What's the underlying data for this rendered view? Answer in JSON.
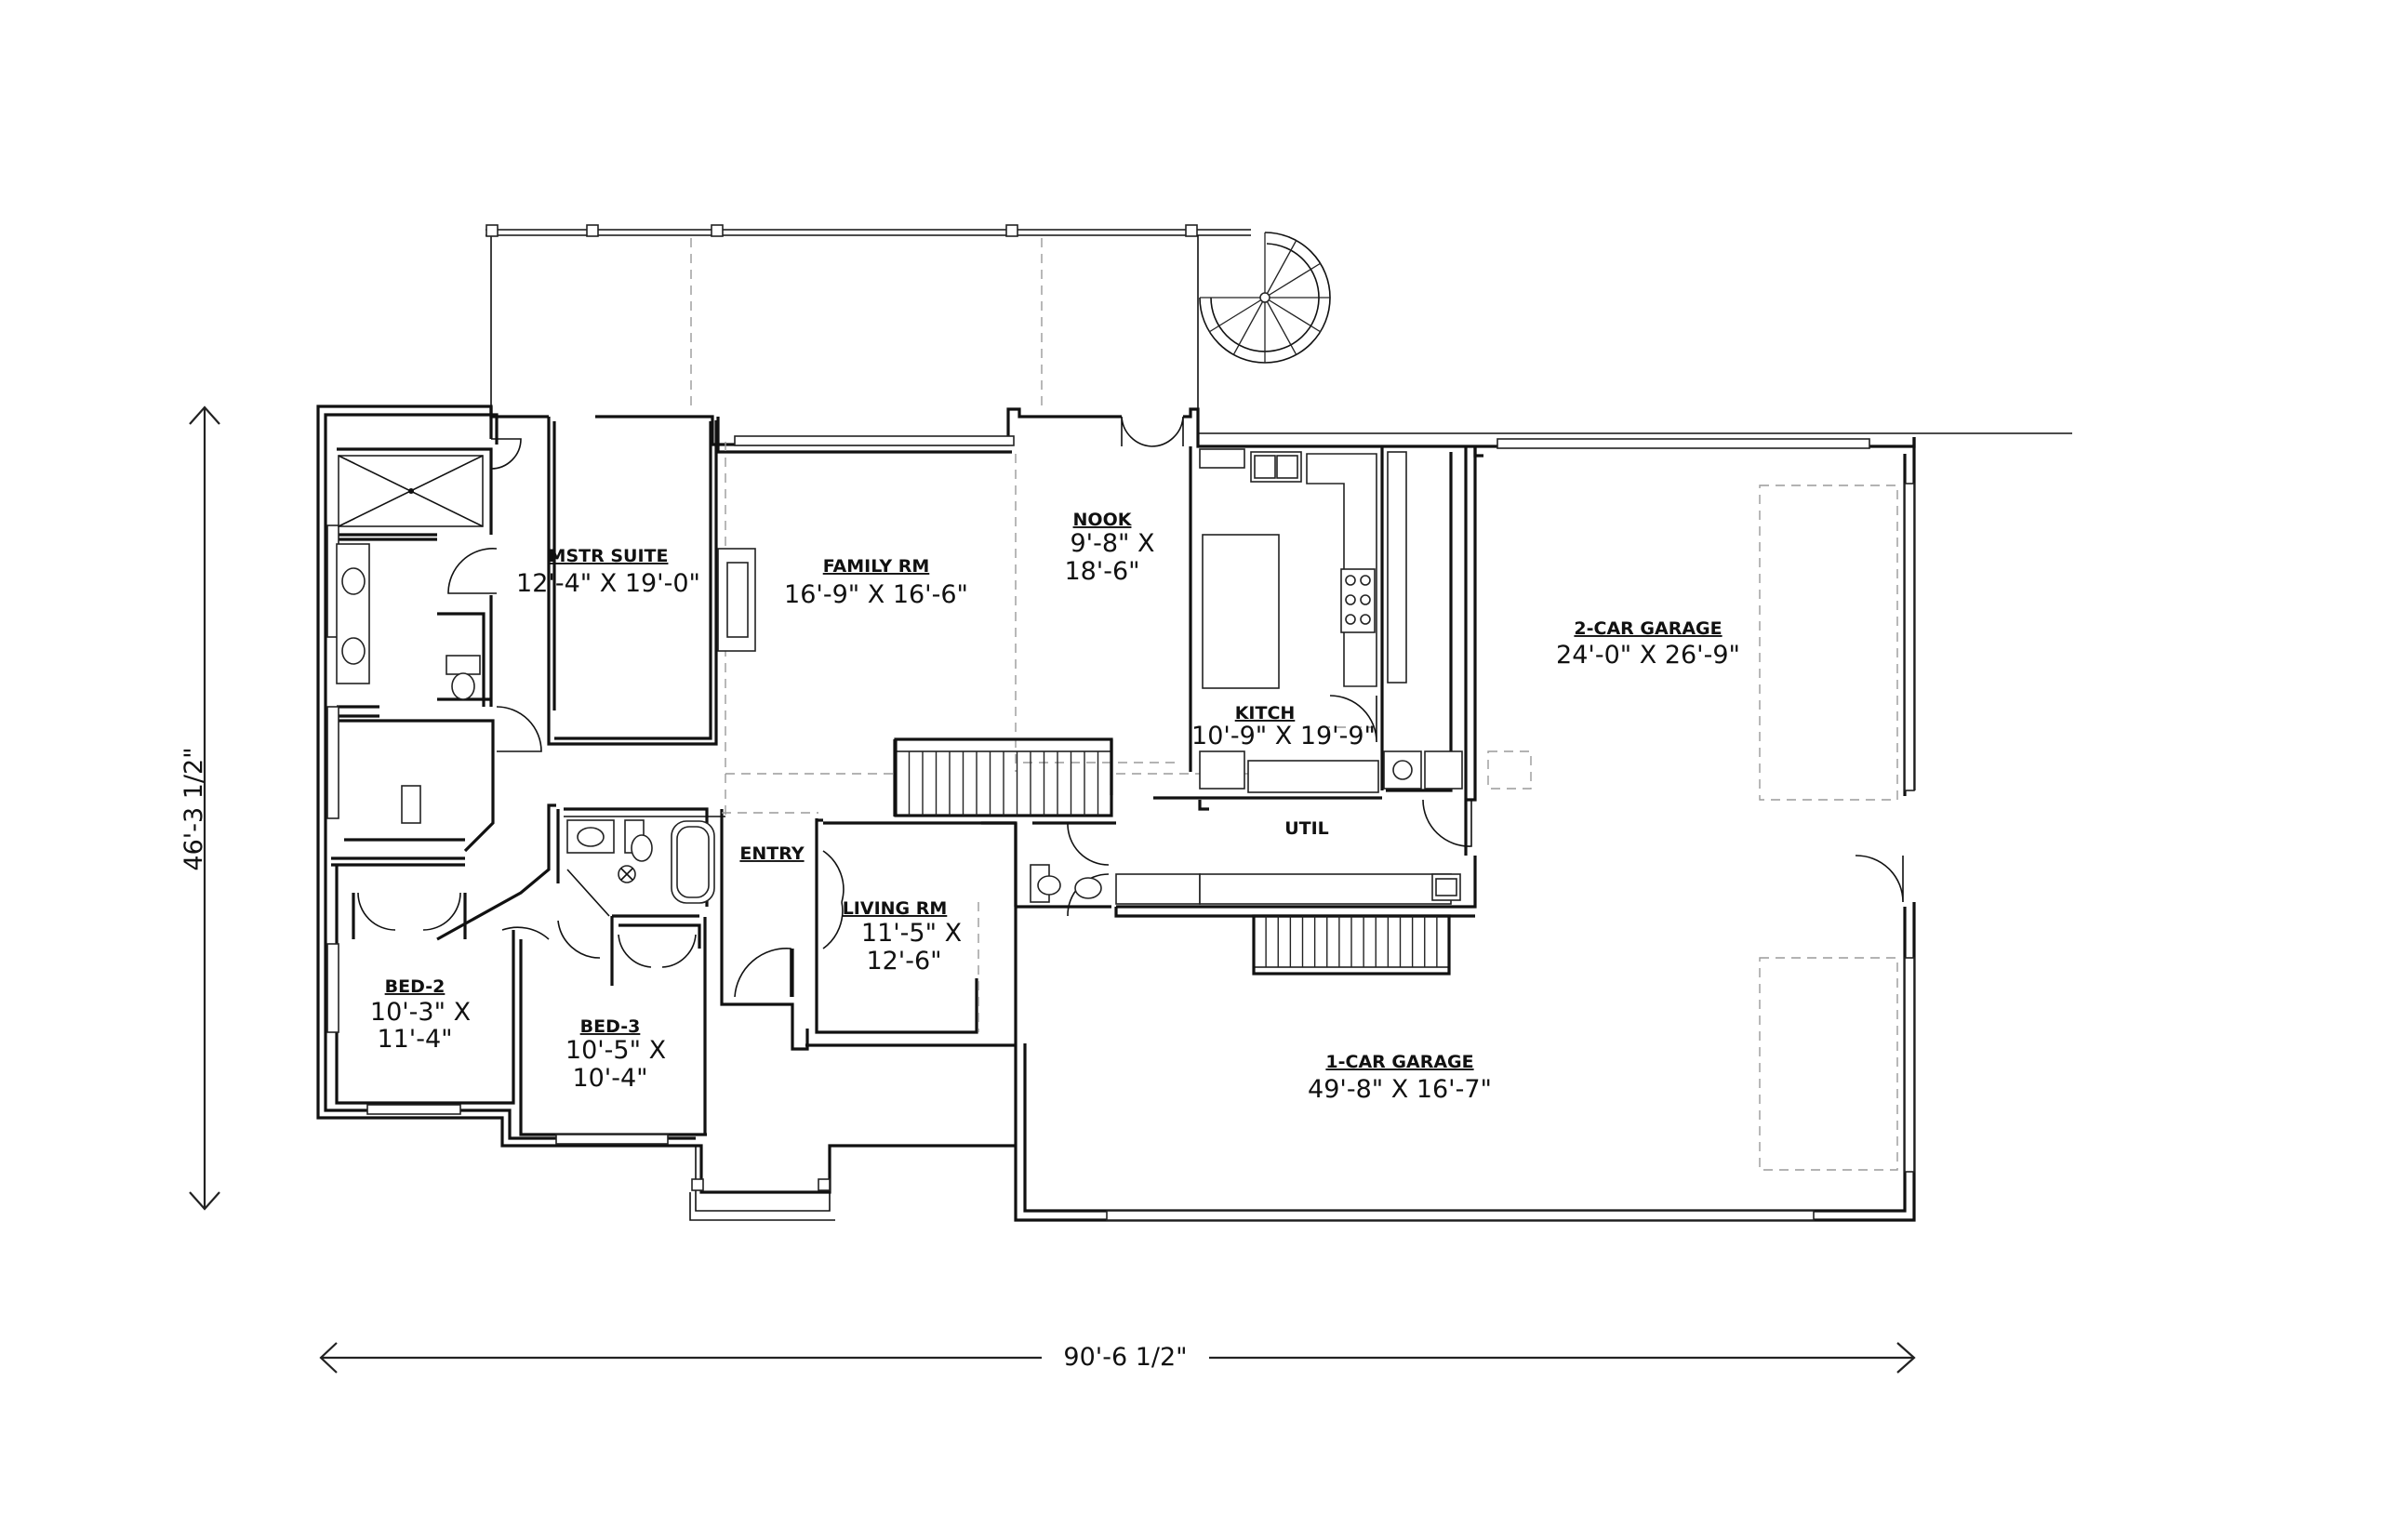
{
  "rooms": {
    "mstr_suite": {
      "name": "MSTR SUITE",
      "size": "12'-4\" X 19'-0\""
    },
    "family_rm": {
      "name": "FAMILY RM",
      "size": "16'-9\" X 16'-6\""
    },
    "nook": {
      "name": "NOOK",
      "size_line1": "9'-8\" X",
      "size_line2": "18'-6\""
    },
    "kitch": {
      "name": "KITCH",
      "size": "10'-9\" X 19'-9\""
    },
    "util": {
      "name": "UTIL"
    },
    "entry": {
      "name": "ENTRY"
    },
    "living_rm": {
      "name": "LIVING RM",
      "size_line1": "11'-5\" X",
      "size_line2": "12'-6\""
    },
    "bed_2": {
      "name": "BED-2",
      "size_line1": "10'-3\" X",
      "size_line2": "11'-4\""
    },
    "bed_3": {
      "name": "BED-3",
      "size_line1": "10'-5\" X",
      "size_line2": "10'-4\""
    },
    "garage_2car": {
      "name": "2-CAR GARAGE",
      "size": "24'-0\" X 26'-9\""
    },
    "garage_1car": {
      "name": "1-CAR GARAGE",
      "size": "49'-8\" X 16'-7\""
    }
  },
  "dimensions": {
    "overall_width": "90'-6 1/2\"",
    "overall_depth": "46'-3 1/2\""
  }
}
